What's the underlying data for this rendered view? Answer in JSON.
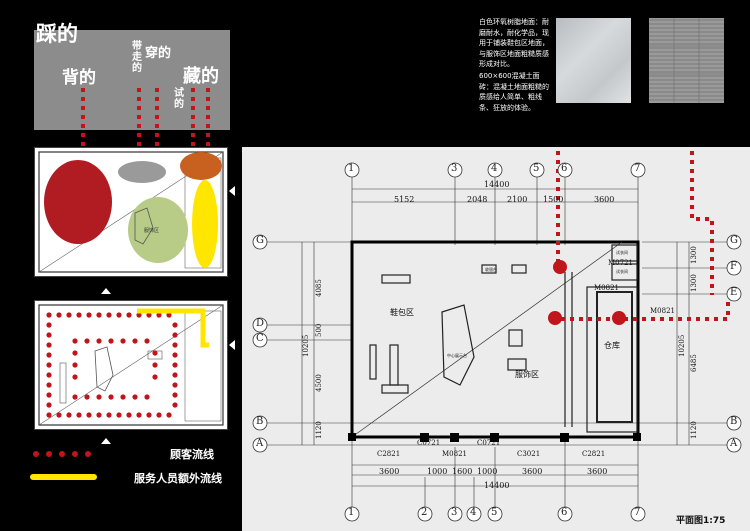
{
  "concept": {
    "left_word": "踩的",
    "back": "背的",
    "wear": "穿的",
    "bring": "带走的",
    "hide": "藏的",
    "try": "试的"
  },
  "material": {
    "resin_floor": "白色环氧树脂地面：耐磨耐水，耐化学品，现用于铺装鞋包区地面，与服饰区地面粗糙质感形成对比。",
    "concrete_tile": "600×600混凝土面砖：混凝土地面粗糙的质感给人简单、粗线条、狂放的体验。"
  },
  "legend": {
    "customer": "顾客流线",
    "staff": "服务人员额外流线"
  },
  "colors": {
    "red": "#b01c22",
    "dotted_red": "#c0151a",
    "yellow": "#ffe600",
    "green": "#b9cc87",
    "orange": "#c8601f",
    "gray_blob": "#9a9a9a"
  },
  "plan": {
    "title": "平面图1:75",
    "axis_top": [
      "1",
      "3",
      "4",
      "5",
      "6",
      "7"
    ],
    "axis_bottom": [
      "1",
      "2",
      "3",
      "4",
      "5",
      "6",
      "7"
    ],
    "axis_left": [
      "G",
      "D",
      "C",
      "B",
      "A"
    ],
    "axis_right": [
      "G",
      "F",
      "E",
      "B",
      "A"
    ],
    "top_dims": [
      "5152",
      "2048",
      "2100",
      "1500",
      "3600"
    ],
    "top_total": "14400",
    "bottom_dims_1": [
      "3600",
      "3600",
      "3600"
    ],
    "bottom_dims_2": [
      "1000",
      "1600",
      "1000"
    ],
    "bottom_total": "14400",
    "left_dims": [
      "4085",
      "500",
      "4500",
      "1120"
    ],
    "left_total": "10205",
    "right_dims": [
      "1300",
      "1300",
      "6485",
      "1120"
    ],
    "right_total": "10205",
    "door_labels": [
      "C2821",
      "C0721",
      "M0821",
      "C0721",
      "C3021",
      "C2821",
      "M0721",
      "M0821",
      "M0821"
    ],
    "rooms": {
      "shoes_bags": "鞋包区",
      "clothing": "服饰区",
      "storage": "仓库",
      "center": "中心展示台",
      "cashier": "收银台",
      "fitting1": "试衣间",
      "fitting2": "试衣间"
    }
  },
  "mini_plan_label": "服饰区"
}
